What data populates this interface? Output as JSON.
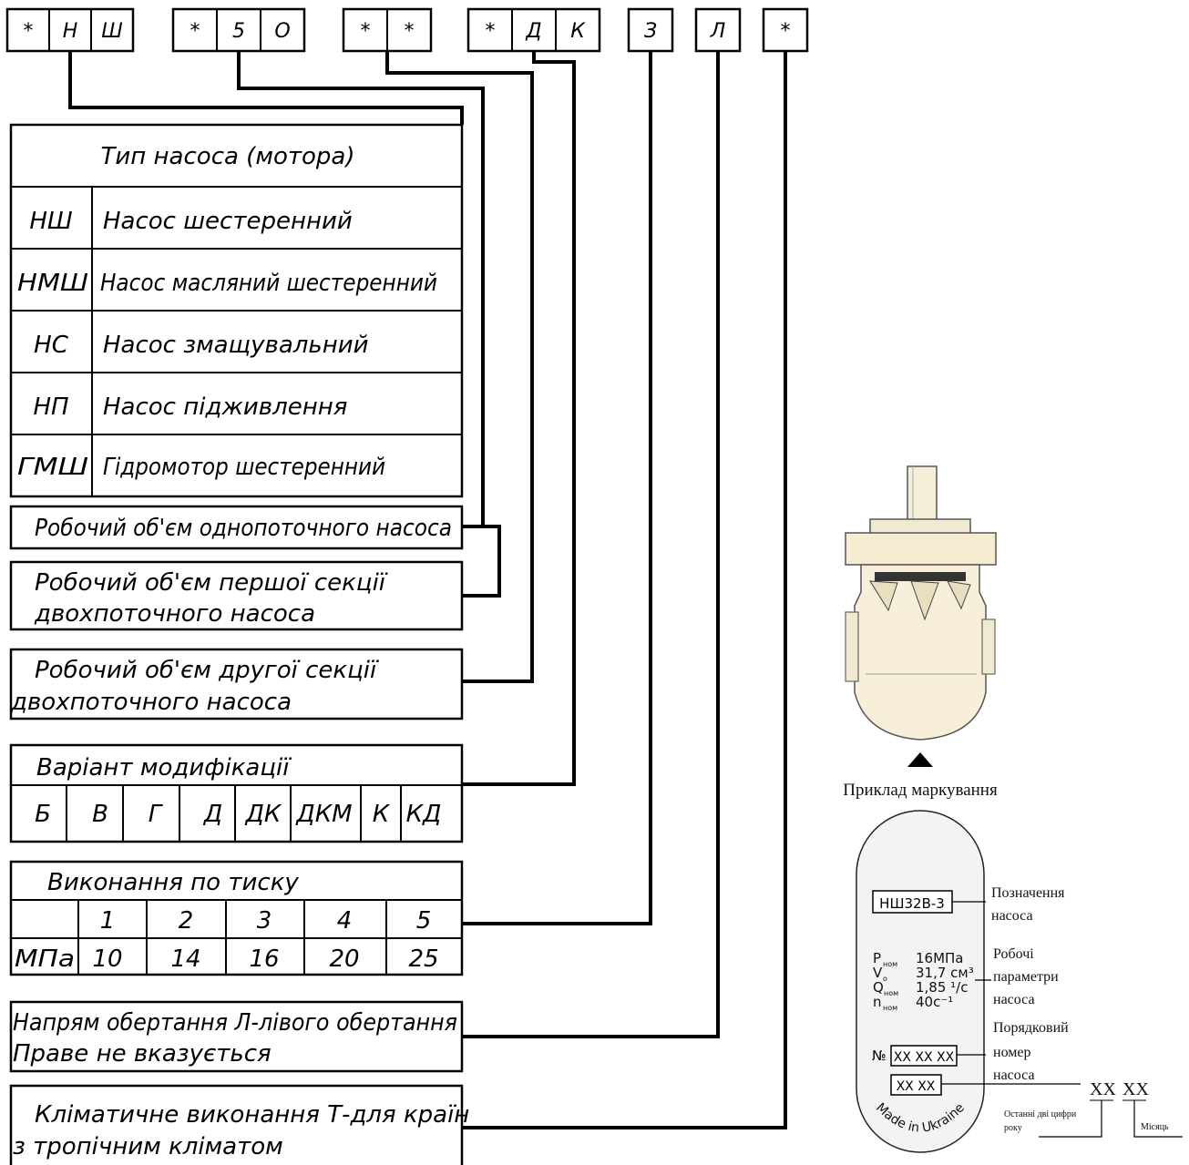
{
  "code_cells": [
    "*",
    "Н",
    "Ш",
    "*",
    "5",
    "О",
    "*",
    "*",
    "*",
    "Д",
    "К",
    "З",
    "Л",
    "*"
  ],
  "pump_type": {
    "title": "Тип насоса (мотора)",
    "rows": [
      {
        "code": "НШ",
        "desc": "Насос шестеренний"
      },
      {
        "code": "НМШ",
        "desc": "Насос масляний шестеренний"
      },
      {
        "code": "НС",
        "desc": "Насос змащувальний"
      },
      {
        "code": "НП",
        "desc": "Насос підживлення"
      },
      {
        "code": "ГМШ",
        "desc": "Гідромотор шестеренний"
      }
    ]
  },
  "single_volume": "Робочий об'єм однопоточного насоса",
  "first_section": {
    "line1": "Робочий об'єм першої секції",
    "line2": "двохпоточного насоса"
  },
  "second_section": {
    "line1": "Робочий об'єм другої секції",
    "line2": "двохпоточного насоса"
  },
  "modification": {
    "title": "Варіант модифікації",
    "items": [
      "Б",
      "В",
      "Г",
      "Д",
      "ДК",
      "ДКМ",
      "К",
      "КД"
    ]
  },
  "pressure": {
    "title": "Виконання по тиску",
    "codes": [
      "1",
      "2",
      "3",
      "4",
      "5"
    ],
    "unit": "МПа",
    "values": [
      "10",
      "14",
      "16",
      "20",
      "25"
    ]
  },
  "rotation": {
    "line1": "Напрям обертання Л-лівого обертання",
    "line2": "Праве не вказується"
  },
  "climate": {
    "line1": "Кліматичне виконання Т-для країн",
    "line2": "з тропічним кліматом"
  },
  "example_caption": "Приклад маркування",
  "plate": {
    "model": "НШ32В-3",
    "params": [
      {
        "name": "P",
        "sub": "ном",
        "value": "16МПа"
      },
      {
        "name": "V",
        "sub": "о",
        "value": "31,7 см³"
      },
      {
        "name": "Q",
        "sub": "ном",
        "value": "1,85 ¹/с"
      },
      {
        "name": "n",
        "sub": "ном",
        "value": "40с⁻¹"
      }
    ],
    "serial_prefix": "№",
    "serial": "XX XX XX",
    "date": "XX XX",
    "made_in": "Made in Ukraine"
  },
  "callouts": {
    "designation": {
      "line1": "Позначення",
      "line2": "насоса"
    },
    "params": {
      "line1": "Робочі",
      "line2": "параметри",
      "line3": "насоса"
    },
    "serial": {
      "line1": "Порядковий",
      "line2": "номер",
      "line3": "насоса"
    }
  },
  "date_expand": {
    "year": "XX",
    "month": "XX",
    "year_note_line1": "Останні дві цифри",
    "year_note_line2": "року",
    "month_note": "Місяць"
  }
}
